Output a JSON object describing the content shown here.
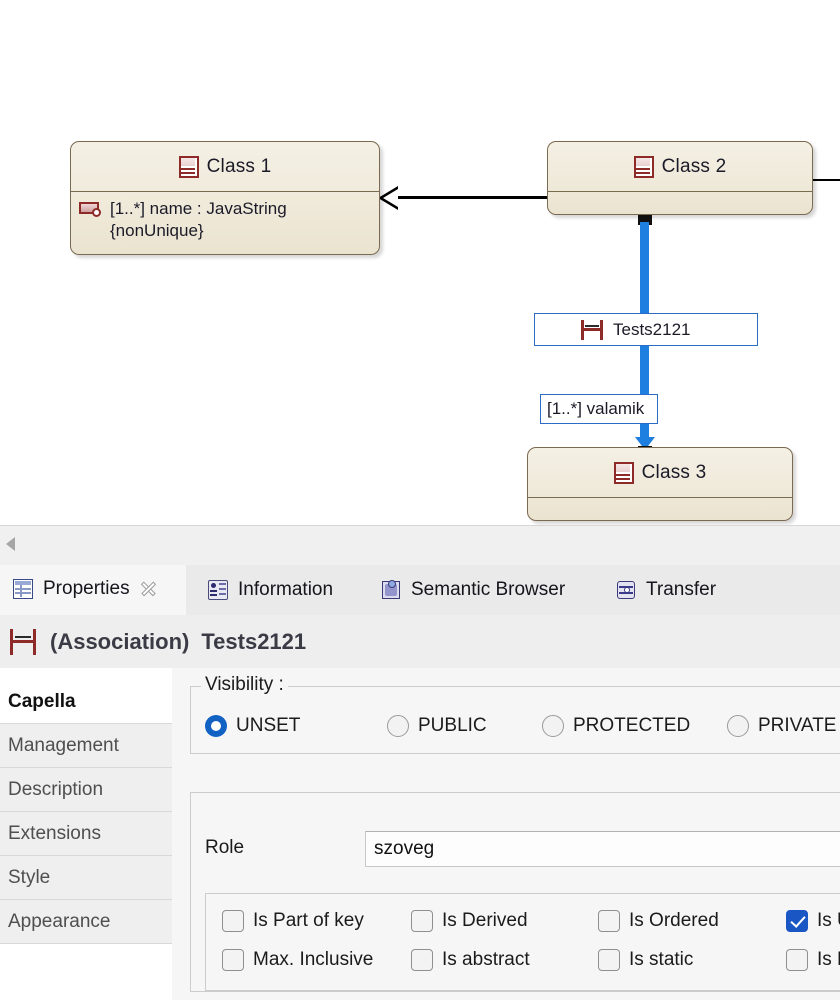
{
  "diagram": {
    "classes": [
      {
        "name": "Class 1",
        "icon": "class-icon",
        "attributes": [
          {
            "text": "[1..*] name : JavaString",
            "text2": "{nonUnique}",
            "icon": "property-icon"
          }
        ]
      },
      {
        "name": "Class 2",
        "icon": "class-icon",
        "attributes": []
      },
      {
        "name": "Class 3",
        "icon": "class-icon",
        "attributes": []
      }
    ],
    "edge_labels": [
      {
        "text": "Tests2121",
        "icon": "association-icon"
      },
      {
        "text": "[1..*] valamik"
      }
    ],
    "selection_color": "#1f7fe0"
  },
  "splitter": {
    "collapse_icon": "collapse-left-triangle-icon"
  },
  "tabs": [
    {
      "label": "Properties",
      "icon": "properties-icon",
      "active": true,
      "close_icon": "close-icon"
    },
    {
      "label": "Information",
      "icon": "information-icon",
      "active": false
    },
    {
      "label": "Semantic Browser",
      "icon": "semantic-browser-icon",
      "active": false
    },
    {
      "label": "Transfer",
      "icon": "transfer-icon",
      "active": false
    }
  ],
  "element_header": {
    "icon": "association-icon",
    "kind": "(Association)",
    "name": "Tests2121"
  },
  "sections": [
    {
      "label": "Capella",
      "header": true
    },
    {
      "label": "Management",
      "header": false
    },
    {
      "label": "Description",
      "header": false
    },
    {
      "label": "Extensions",
      "header": false
    },
    {
      "label": "Style",
      "header": false
    },
    {
      "label": "Appearance",
      "header": false
    }
  ],
  "visibility": {
    "group_label": "Visibility :",
    "options": [
      {
        "label": "UNSET",
        "selected": true
      },
      {
        "label": "PUBLIC",
        "selected": false
      },
      {
        "label": "PROTECTED",
        "selected": false
      },
      {
        "label": "PRIVATE",
        "selected": false
      }
    ]
  },
  "role": {
    "label": "Role",
    "value": "szoveg"
  },
  "flags": [
    {
      "label": "Is Part of key",
      "checked": false
    },
    {
      "label": "Is Derived",
      "checked": false
    },
    {
      "label": "Is Ordered",
      "checked": false
    },
    {
      "label": "Is U",
      "checked": true
    },
    {
      "label": "Max. Inclusive",
      "checked": false
    },
    {
      "label": "Is abstract",
      "checked": false
    },
    {
      "label": "Is static",
      "checked": false
    },
    {
      "label": "Is N",
      "checked": false
    }
  ]
}
